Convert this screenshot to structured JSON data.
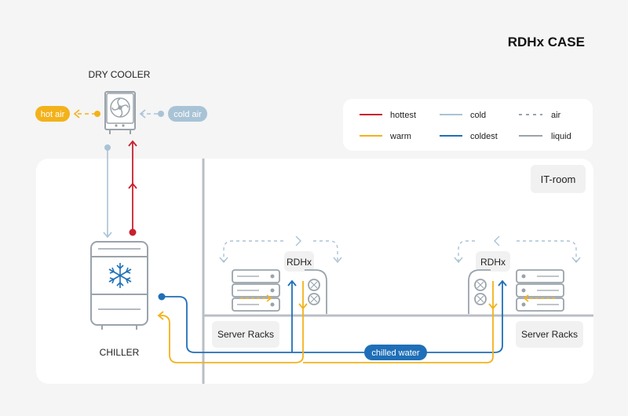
{
  "title": "RDHx CASE",
  "labels": {
    "dry_cooler": "DRY COOLER",
    "chiller": "CHILLER",
    "it_room": "IT-room",
    "rdhx_left": "RDHx",
    "rdhx_right": "RDHx",
    "server_racks_left": "Server Racks",
    "server_racks_right": "Server Racks",
    "hot_air": "hot air",
    "cold_air": "cold air",
    "chilled_water": "chilled water"
  },
  "legend": [
    {
      "label": "hottest",
      "color": "#c8202e",
      "style": "solid"
    },
    {
      "label": "cold",
      "color": "#a9c3d6",
      "style": "solid"
    },
    {
      "label": "air",
      "color": "#9aa3ab",
      "style": "dashed"
    },
    {
      "label": "warm",
      "color": "#f3b21b",
      "style": "solid"
    },
    {
      "label": "coldest",
      "color": "#1f6fb8",
      "style": "solid"
    },
    {
      "label": "liquid",
      "color": "#9aa3ab",
      "style": "solid"
    }
  ],
  "colors": {
    "hottest": "#c8202e",
    "warm": "#f3b21b",
    "cold": "#a9c3d6",
    "coldest": "#1f6fb8",
    "equipment": "#9aa3ab",
    "wall": "#b9bfc4",
    "panel": "#ffffff",
    "background": "#f5f5f5"
  },
  "icons": [
    "fan-icon",
    "snowflake-icon",
    "server-rack-icon",
    "arrow-icon"
  ]
}
